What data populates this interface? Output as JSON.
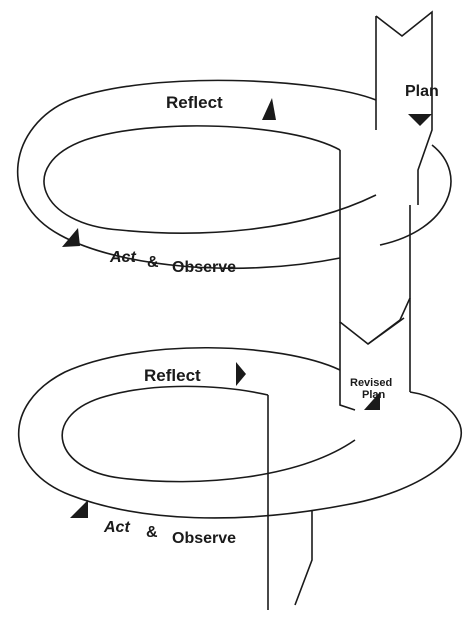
{
  "diagram": {
    "cycle_1": {
      "plan_label": "Plan",
      "reflect_label": "Reflect",
      "act_label": "Act",
      "amp_label": "&",
      "observe_label": "Observe"
    },
    "cycle_2": {
      "revised_plan_line1": "Revised",
      "revised_plan_line2": "Plan",
      "reflect_label": "Reflect",
      "act_label": "Act",
      "amp_label": "&",
      "observe_label": "Observe"
    }
  },
  "colors": {
    "stroke": "#1a1a1a",
    "fill": "#ffffff",
    "arrow": "#1a1a1a"
  }
}
